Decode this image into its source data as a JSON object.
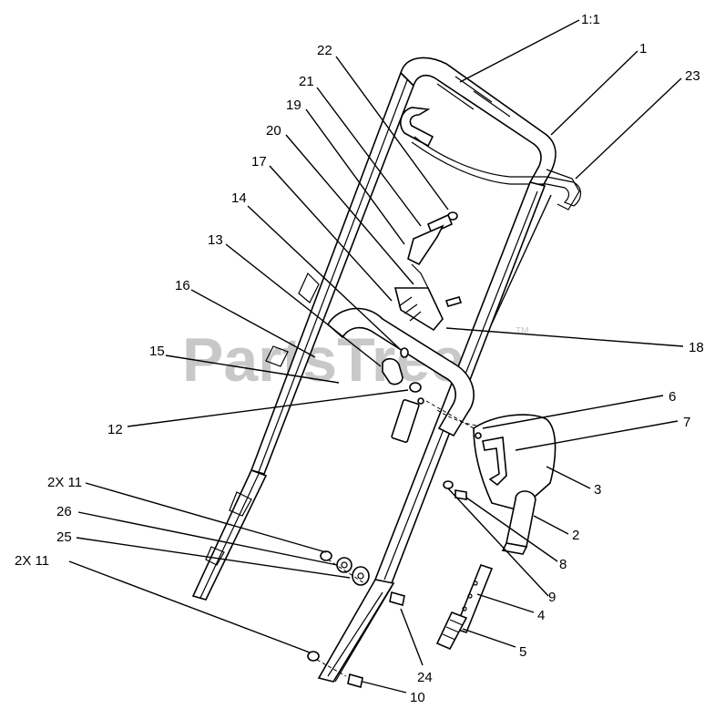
{
  "watermark": {
    "text": "PartsTree",
    "trademark": "TM"
  },
  "callouts": [
    {
      "id": "c-1-1",
      "text": "1:1"
    },
    {
      "id": "c-1",
      "text": "1"
    },
    {
      "id": "c-23",
      "text": "23"
    },
    {
      "id": "c-22",
      "text": "22"
    },
    {
      "id": "c-21",
      "text": "21"
    },
    {
      "id": "c-19",
      "text": "19"
    },
    {
      "id": "c-20",
      "text": "20"
    },
    {
      "id": "c-17",
      "text": "17"
    },
    {
      "id": "c-14",
      "text": "14"
    },
    {
      "id": "c-13",
      "text": "13"
    },
    {
      "id": "c-16",
      "text": "16"
    },
    {
      "id": "c-15",
      "text": "15"
    },
    {
      "id": "c-18",
      "text": "18"
    },
    {
      "id": "c-6",
      "text": "6"
    },
    {
      "id": "c-7",
      "text": "7"
    },
    {
      "id": "c-12",
      "text": "12"
    },
    {
      "id": "c-3",
      "text": "3"
    },
    {
      "id": "c-2x11-a",
      "text": "2X 11"
    },
    {
      "id": "c-26",
      "text": "26"
    },
    {
      "id": "c-2",
      "text": "2"
    },
    {
      "id": "c-25",
      "text": "25"
    },
    {
      "id": "c-8",
      "text": "8"
    },
    {
      "id": "c-2x11-b",
      "text": "2X 11"
    },
    {
      "id": "c-9",
      "text": "9"
    },
    {
      "id": "c-4",
      "text": "4"
    },
    {
      "id": "c-5",
      "text": "5"
    },
    {
      "id": "c-24",
      "text": "24"
    },
    {
      "id": "c-10",
      "text": "10"
    }
  ]
}
